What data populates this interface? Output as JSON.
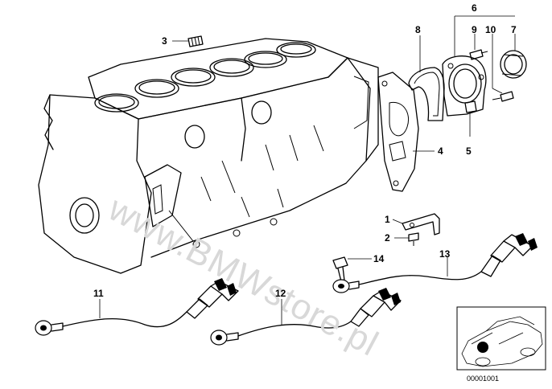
{
  "diagram": {
    "part_labels": [
      {
        "id": "p1",
        "text": "1"
      },
      {
        "id": "p2",
        "text": "2"
      },
      {
        "id": "p3",
        "text": "3"
      },
      {
        "id": "p4",
        "text": "4"
      },
      {
        "id": "p5",
        "text": "5"
      },
      {
        "id": "p6",
        "text": "6"
      },
      {
        "id": "p7",
        "text": "7"
      },
      {
        "id": "p8",
        "text": "8"
      },
      {
        "id": "p9",
        "text": "9"
      },
      {
        "id": "p10",
        "text": "10"
      },
      {
        "id": "p11",
        "text": "11"
      },
      {
        "id": "p12",
        "text": "12"
      },
      {
        "id": "p13",
        "text": "13"
      },
      {
        "id": "p14",
        "text": "14"
      }
    ],
    "watermark": "www.BMWstore.pl",
    "reference_number": "00001001"
  }
}
